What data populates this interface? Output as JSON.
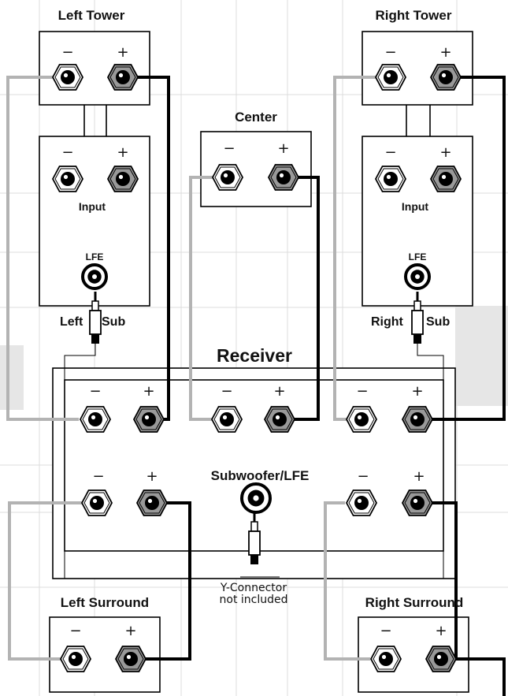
{
  "labels": {
    "left_tower": "Left Tower",
    "right_tower": "Right Tower",
    "center": "Center",
    "receiver": "Receiver",
    "subwoofer_lfe": "Subwoofer/LFE",
    "left_surround": "Left Surround",
    "right_surround": "Right Surround",
    "input": "Input",
    "lfe": "LFE",
    "left": "Left",
    "right": "Right",
    "sub": "Sub",
    "minus": "−",
    "plus": "+",
    "y_connector_line1": "Y-Connector",
    "y_connector_line2": "not included"
  },
  "colors": {
    "negative_wire": "#b3b3b3",
    "positive_wire": "#000000",
    "grid_line": "#dcdcdc",
    "gray_panel": "#e6e6e6",
    "terminal_positive_fill": "#999999",
    "terminal_negative_fill": "#ffffff"
  },
  "icons": {
    "terminal_negative": "hexagon-terminal-icon",
    "terminal_positive": "hexagon-terminal-icon",
    "lfe_jack": "rca-jack-icon",
    "rca_plug": "rca-plug-icon"
  }
}
